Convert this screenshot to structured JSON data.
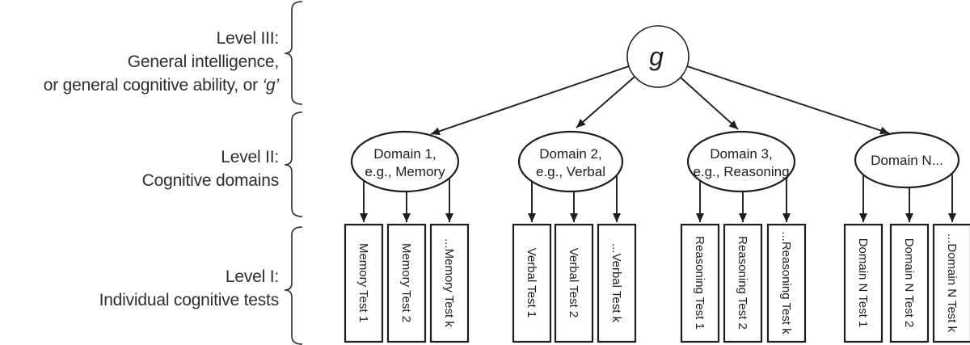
{
  "figure": {
    "description": "Three-level hierarchical model of general intelligence"
  },
  "labels": {
    "level3": {
      "line1": "Level III:",
      "line2": "General intelligence,",
      "line3_prefix": "or general cognitive ability, or ",
      "line3_g": "‘g’"
    },
    "level2": {
      "line1": "Level II:",
      "line2": "Cognitive domains"
    },
    "level1": {
      "line1": "Level I:",
      "line2": "Individual cognitive tests"
    }
  },
  "nodes": {
    "g_label": "g",
    "domains": [
      {
        "line1": "Domain 1,",
        "line2": "e.g., Memory"
      },
      {
        "line1": "Domain 2,",
        "line2": "e.g., Verbal"
      },
      {
        "line1": "Domain 3,",
        "line2": "e.g., Reasoning"
      },
      {
        "line1": "Domain N..."
      }
    ],
    "tests": [
      [
        "Memory Test 1",
        "Memory Test 2",
        "...Memory Test k"
      ],
      [
        "Verbal Test 1",
        "Verbal Test 2",
        "...Verbal Test k"
      ],
      [
        "Reasoning Test 1",
        "Reasoning Test 2",
        "...Reasoning Test k"
      ],
      [
        "Domain N Test 1",
        "Domain N Test 2",
        "...Domain N Test k"
      ]
    ]
  },
  "colors": {
    "stroke": "#1e1e1e",
    "label_text": "#2e2e2e",
    "background": "#ffffff"
  }
}
